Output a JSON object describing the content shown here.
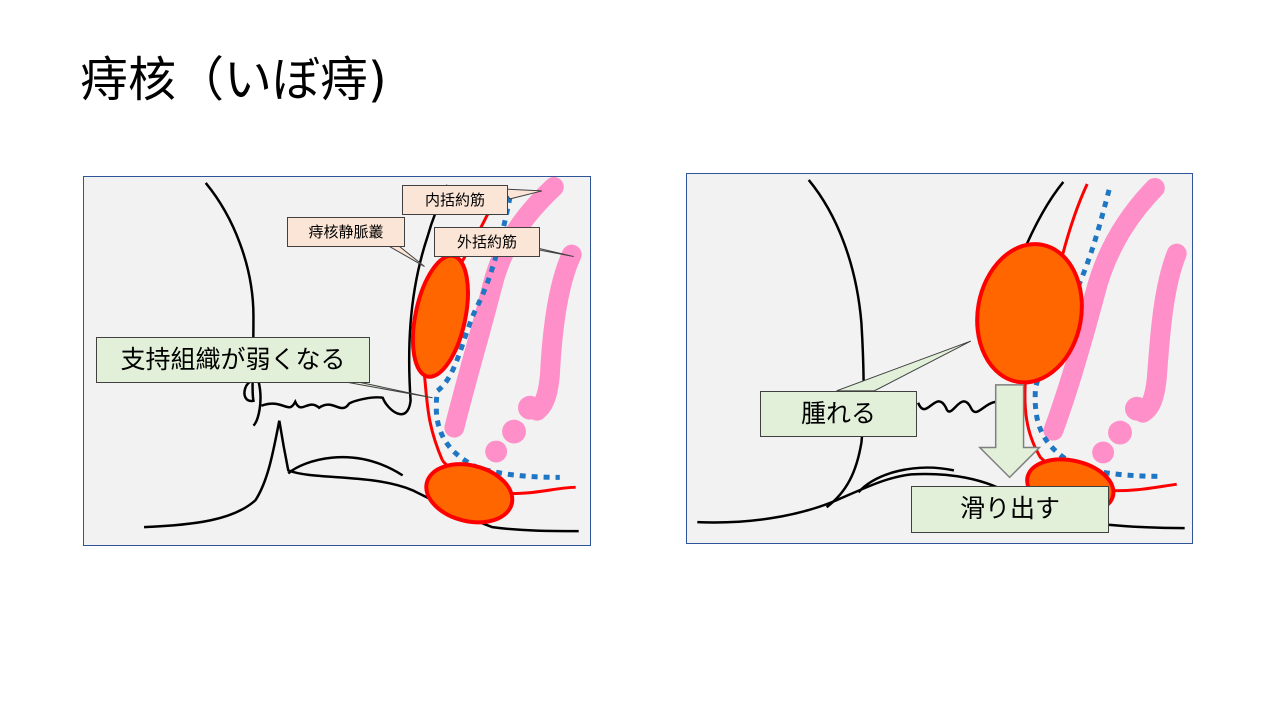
{
  "title": "痔核（いぼ痔)",
  "left_diagram": {
    "labels": {
      "internal_sphincter": "内括約筋",
      "hemorrhoidal_plexus": "痔核静脈叢",
      "external_sphincter": "外括約筋",
      "support_weakens": "支持組織が弱くなる"
    }
  },
  "right_diagram": {
    "labels": {
      "swell": "腫れる",
      "slide_out": "滑り出す"
    }
  },
  "colors": {
    "panel_background": "#f2f2f2",
    "panel_border": "#2f5597",
    "outline": "#000000",
    "hemorrhoid_fill": "#ff6600",
    "hemorrhoid_stroke": "#ff0000",
    "mucosa_line": "#ff0000",
    "sphincter_pink": "#ff8fc8",
    "dotted_blue": "#1f77c4",
    "label_orange_bg": "#fbe5d6",
    "label_green_bg": "#e2f0d9",
    "arrow_fill": "#e2f0d9"
  }
}
